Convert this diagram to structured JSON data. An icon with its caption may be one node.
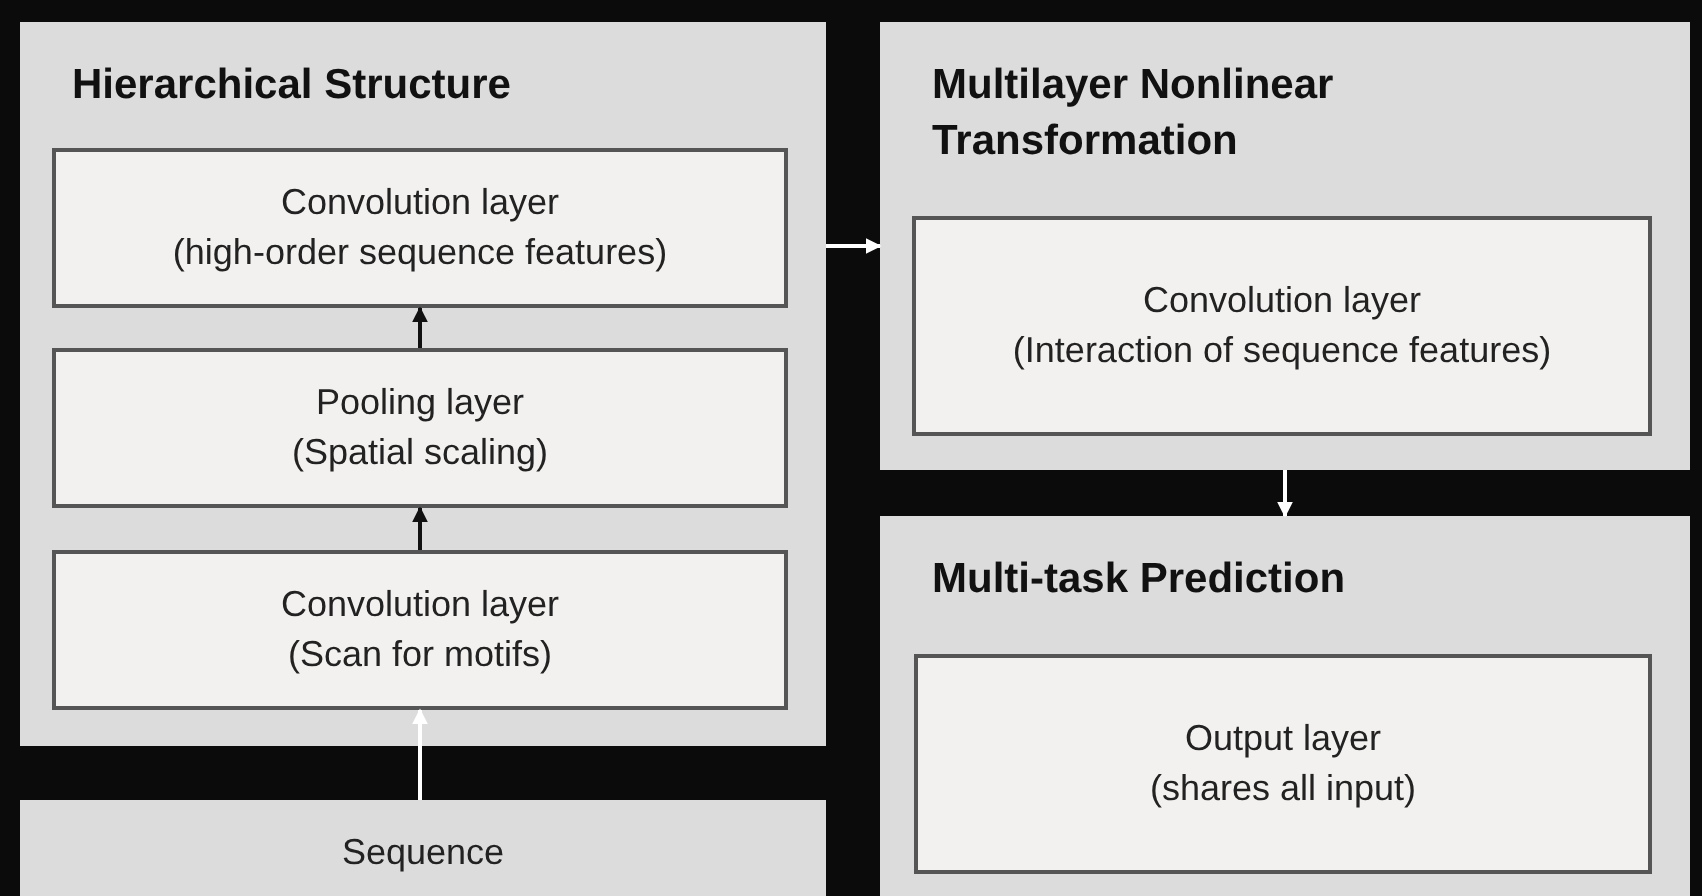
{
  "diagram": {
    "nodes": [
      {
        "text": [
          "Hierarchical Structure"
        ]
      },
      {
        "text": [
          "Convolution layer",
          "(high-order sequence features)"
        ],
        "in": 0
      },
      {
        "text": [
          "Pooling layer",
          "(Spatial scaling)"
        ],
        "in": 0
      },
      {
        "text": [
          "Convolution layer",
          "(Scan for motifs)"
        ],
        "in": 0
      },
      {
        "text": [
          "Sequence"
        ]
      },
      {
        "text": [
          "Multilayer Nonlinear Transformation"
        ]
      },
      {
        "text": [
          "Convolution layer",
          "(Interaction of sequence features)"
        ],
        "in": 5
      },
      {
        "text": [
          "Multi-task Prediction"
        ]
      },
      {
        "text": [
          "Output layer",
          "(shares all input)"
        ],
        "in": 7
      }
    ],
    "edges": [
      {
        "from": 4,
        "to": 3,
        "arrow": "to"
      },
      {
        "from": 3,
        "to": 2,
        "arrow": "to",
        "color": "#111111"
      },
      {
        "from": 2,
        "to": 1,
        "arrow": "to",
        "color": "#111111"
      },
      {
        "from": 0,
        "to": 5,
        "arrow": "to"
      },
      {
        "from": 5,
        "to": 7,
        "arrow": "to"
      }
    ]
  }
}
